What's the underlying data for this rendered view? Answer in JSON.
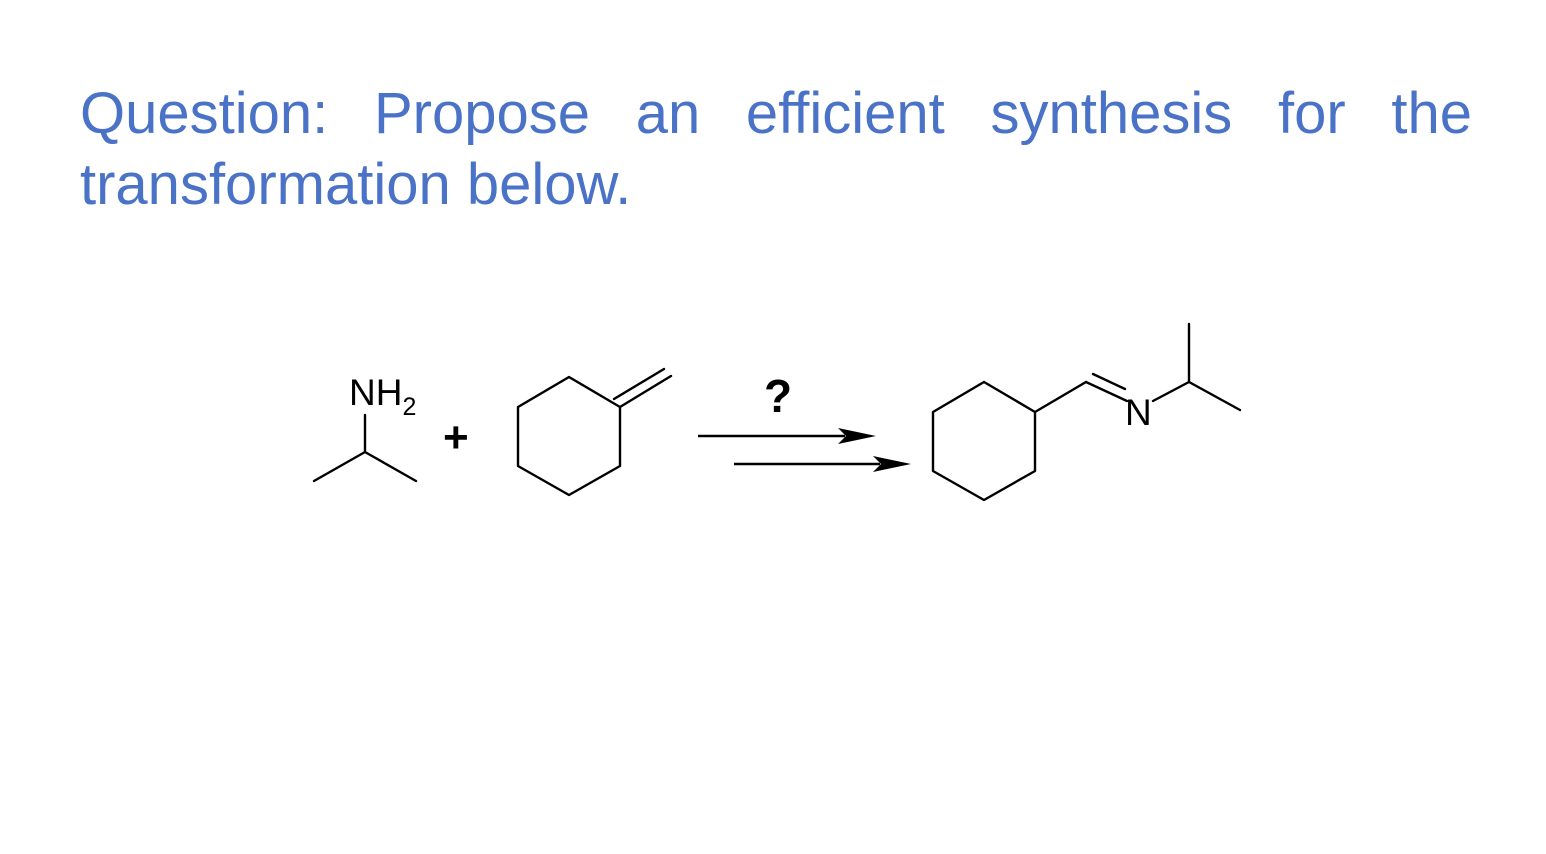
{
  "question": {
    "text": "Question: Propose an efficient synthesis for the transformation below."
  },
  "scheme": {
    "reactant_1_label": "NH",
    "reactant_1_subscript": "2",
    "plus_sign": "+",
    "reagent_label": "?",
    "product_heteroatom": "N"
  },
  "colors": {
    "question_text": "#4a72c6",
    "structure_lines": "#000000"
  }
}
